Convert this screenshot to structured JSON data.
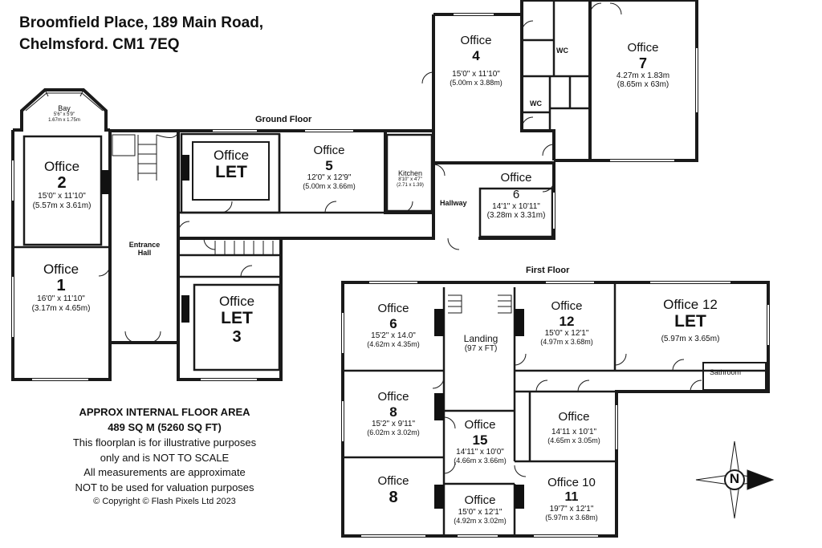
{
  "header": {
    "title_line1": "Broomfield Place, 189 Main Road,",
    "title_line2": "Chelmsford. CM1 7EQ"
  },
  "floors": {
    "ground": "Ground Floor",
    "first": "First Floor"
  },
  "rooms": {
    "bay": {
      "name": "Bay",
      "dim1": "5'6\" x 5'9\"",
      "dim2": "1.67m x 1.75m"
    },
    "office2": {
      "name": "Office",
      "num": "2",
      "dim1": "15'0\" x 11'10\"",
      "dim2": "(5.57m x 3.61m)"
    },
    "office1": {
      "name": "Office",
      "num": "1",
      "dim1": "16'0\" x 11'10\"",
      "dim2": "(3.17m x 4.65m)"
    },
    "entrance": {
      "name1": "Entrance",
      "name2": "Hall"
    },
    "officeLetTop": {
      "name": "Office",
      "let": "LET"
    },
    "office5": {
      "name": "Office",
      "num": "5",
      "dim1": "12'0\" x 12'9\"",
      "dim2": "(5.00m x 3.66m)"
    },
    "kitchen": {
      "name": "Kitchen",
      "dim1": "8'10\" x 4'7\"",
      "dim2": "(2.71 x 1.39)"
    },
    "office4": {
      "name": "Office",
      "num": "4",
      "dim1": "15'0\" x 11'10\"",
      "dim2": "(5.00m x 3.88m)"
    },
    "wc1": "WC",
    "wc2": "WC",
    "office7": {
      "name": "Office",
      "num": "7",
      "dim1": "4.27m x 1.83m",
      "dim2": "(8.65m x 63m)"
    },
    "hallway": "Hallway",
    "office6g": {
      "name": "Office",
      "num": "6",
      "dim1": "14'1\" x 10'11\"",
      "dim2": "(3.28m x 3.31m)"
    },
    "officeLet3": {
      "name": "Office",
      "let": "LET",
      "num": "3"
    },
    "office6f": {
      "name": "Office",
      "num": "6",
      "dim1": "15'2\" x 14.0\"",
      "dim2": "(4.62m x 4.35m)"
    },
    "landing": {
      "name": "Landing",
      "dim1": "(97 x FT)"
    },
    "office12": {
      "name": "Office",
      "num": "12",
      "dim1": "15'0\" x 12'1\"",
      "dim2": "(4.97m x 3.68m)"
    },
    "office12let": {
      "name": "Office 12",
      "let": "LET",
      "dim1": "(5.97m x 3.65m)"
    },
    "bathroom": "Sathroom",
    "office8a": {
      "name": "Office",
      "num": "8",
      "dim1": "15'2\" x 9'11\"",
      "dim2": "(6.02m x 3.02m)"
    },
    "office15": {
      "name": "Office",
      "num": "15",
      "dim1": "14'11\" x 10'0\"",
      "dim2": "(4.66m x 3.66m)"
    },
    "officeR": {
      "name": "Office",
      "dim1": "14'11 x 10'1\"",
      "dim2": "(4.65m x 3.05m)"
    },
    "office8b": {
      "name": "Office",
      "num": "8"
    },
    "officeS": {
      "name": "Office",
      "dim1": "15'0\" x 12'1\"",
      "dim2": "(4.92m x 3.02m)"
    },
    "office1011": {
      "name": "Office 10",
      "num": "11",
      "dim1": "19'7\" x 12'1\"",
      "dim2": "(5.97m x 3.68m)"
    }
  },
  "info": {
    "line1": "APPROX INTERNAL FLOOR AREA",
    "line2": "489 SQ M (5260 SQ FT)",
    "line3": "This floorplan is for illustrative purposes",
    "line4": "only and is NOT TO SCALE",
    "line5": "All measurements are approximate",
    "line6": "NOT to be used for valuation purposes",
    "line7": "© Copyright © Flash Pixels Ltd 2023"
  },
  "compass": {
    "label": "N"
  }
}
